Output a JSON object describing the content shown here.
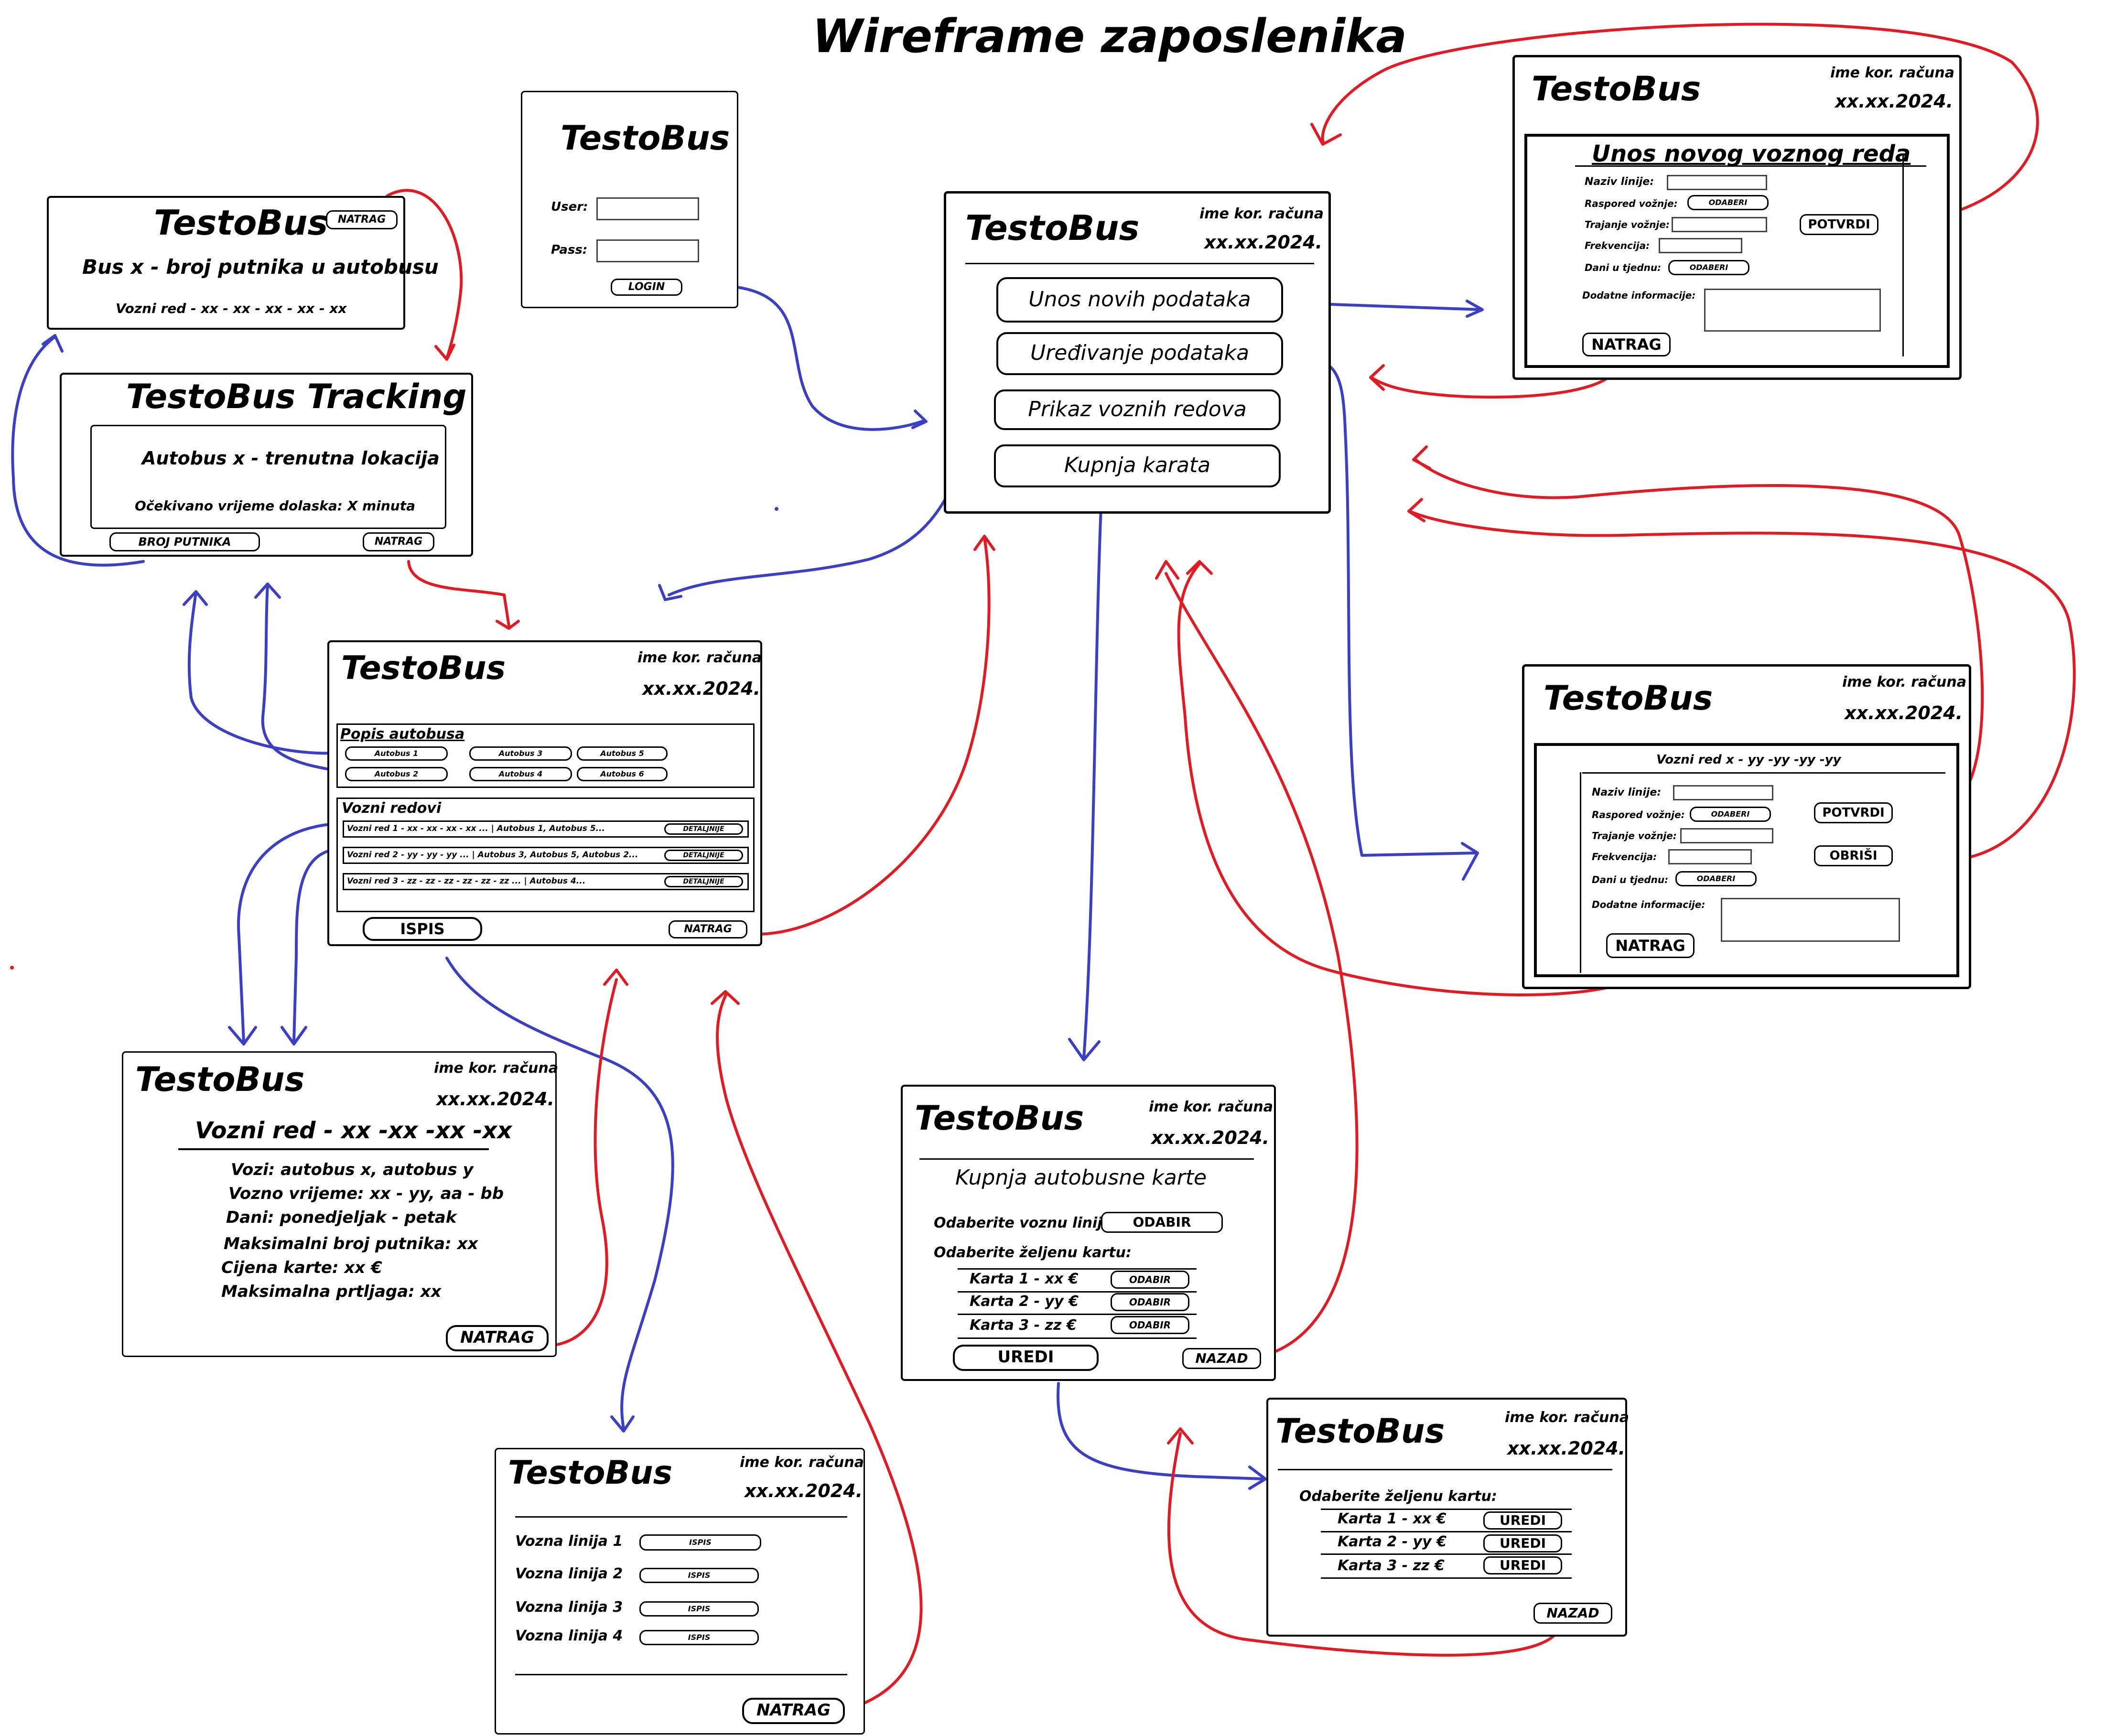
{
  "page_title": "Wireframe zaposlenika",
  "common": {
    "app_name": "TestoBus",
    "user": "ime kor. računa",
    "date": "xx.xx.2024."
  },
  "login": {
    "user_label": "User:",
    "pass_label": "Pass:",
    "login_button": "LOGIN"
  },
  "bus_passengers": {
    "back_button": "NATRAG",
    "heading": "Bus x - broj putnika u autobusu",
    "schedule": "Vozni red - xx - xx - xx - xx - xx"
  },
  "tracking": {
    "title": "TestoBus Tracking",
    "location": "Autobus x - trenutna lokacija",
    "eta": "Očekivano vrijeme dolaska: X minuta",
    "passengers_button": "BROJ PUTNIKA",
    "back_button": "NATRAG"
  },
  "main_menu": {
    "buttons": [
      "Unos novih podataka",
      "Uređivanje podataka",
      "Prikaz voznih redova",
      "Kupnja karata"
    ]
  },
  "new_schedule": {
    "title": "Unos novog voznog reda",
    "fields": [
      "Naziv linije:",
      "Raspored vožnje:",
      "Trajanje vožnje:",
      "Frekvencija:",
      "Dani u tjednu:",
      "Dodatne informacije:"
    ],
    "pick_button": "ODABERI",
    "confirm_button": "POTVRDI",
    "back_button": "NATRAG"
  },
  "bus_list": {
    "bus_section": "Popis autobusa",
    "buses": [
      "Autobus 1",
      "Autobus 2",
      "Autobus 3",
      "Autobus 4",
      "Autobus 5",
      "Autobus 6"
    ],
    "schedule_section": "Vozni redovi",
    "schedules": [
      "Vozni red 1 - xx - xx - xx - xx ... | Autobus 1, Autobus 5...",
      "Vozni red 2 - yy - yy - yy ... | Autobus 3, Autobus 5, Autobus 2...",
      "Vozni red 3 - zz - zz - zz - zz - zz - zz ... | Autobus 4..."
    ],
    "details_button": "DETALJNIJE",
    "print_button": "ISPIS",
    "back_button": "NATRAG"
  },
  "edit_schedule": {
    "title": "Vozni red x - yy -yy -yy -yy",
    "fields": [
      "Naziv linije:",
      "Raspored vožnje:",
      "Trajanje vožnje:",
      "Frekvencija:",
      "Dani u tjednu:",
      "Dodatne informacije:"
    ],
    "pick_button": "ODABERI",
    "confirm_button": "POTVRDI",
    "delete_button": "OBRIŠI",
    "back_button": "NATRAG"
  },
  "schedule_detail": {
    "title": "Vozni red - xx -xx -xx -xx",
    "lines": [
      "Vozi: autobus x, autobus y",
      "Vozno vrijeme: xx - yy, aa - bb",
      "Dani: ponedjeljak - petak",
      "Maksimalni broj putnika: xx",
      "Cijena karte: xx €",
      "Maksimalna prtljaga: xx"
    ],
    "back_button": "NATRAG"
  },
  "ticket_purchase": {
    "title": "Kupnja autobusne karte",
    "line_label": "Odaberite voznu liniju:",
    "select_button": "ODABIR",
    "ticket_label": "Odaberite željenu kartu:",
    "tickets": [
      "Karta 1 - xx €",
      "Karta 2 - yy €",
      "Karta 3 - zz €"
    ],
    "edit_button": "UREDI",
    "back_button": "NAZAD"
  },
  "print_lines": {
    "lines": [
      "Vozna linija 1",
      "Vozna linija 2",
      "Vozna linija 3",
      "Vozna linija 4"
    ],
    "print_button": "ISPIS",
    "back_button": "NATRAG"
  },
  "ticket_edit": {
    "label": "Odaberite željenu kartu:",
    "tickets": [
      "Karta 1 - xx €",
      "Karta 2 - yy €",
      "Karta 3 - zz €"
    ],
    "edit_button": "UREDI",
    "back_button": "NAZAD"
  },
  "colors": {
    "flow_forward": "#3a3fc4",
    "flow_back": "#e01b24",
    "outline": "#000000"
  }
}
